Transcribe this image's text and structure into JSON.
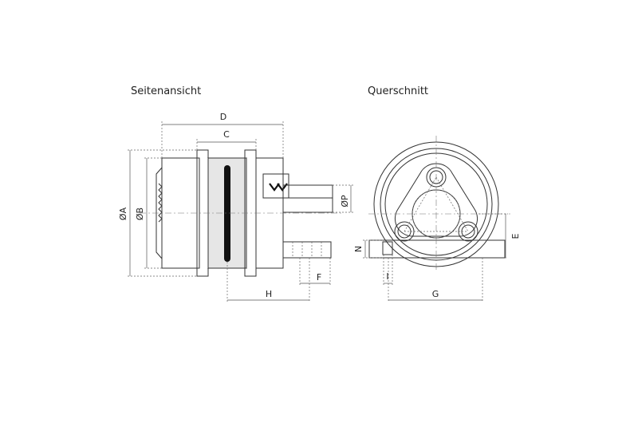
{
  "titles": {
    "side": "Seitenansicht",
    "cross": "Querschnitt"
  },
  "dims": {
    "A": "ØA",
    "B": "ØB",
    "C": "C",
    "D": "D",
    "E": "E",
    "F": "F",
    "G": "G",
    "H": "H",
    "I": "I",
    "N": "N",
    "P": "ØP"
  },
  "colors": {
    "fill": "#d9d9d9",
    "fill_dark": "#c8c8c8",
    "line": "#333333",
    "belt": "#111111"
  }
}
